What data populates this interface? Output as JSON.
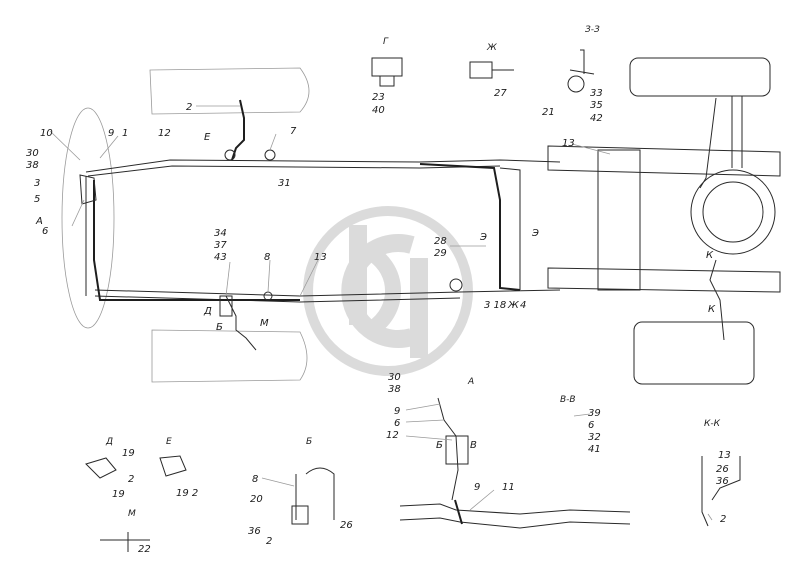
{
  "section_titles": [
    "Г",
    "Ж",
    "З-З",
    "А",
    "В-В",
    "К-К",
    "Д",
    "Е",
    "Б",
    "М"
  ],
  "callouts": [
    {
      "id": "c1",
      "t": "2"
    },
    {
      "id": "c2",
      "t": "12"
    },
    {
      "id": "c3",
      "t": "Е"
    },
    {
      "id": "c4",
      "t": "7"
    },
    {
      "id": "c5",
      "t": "31"
    },
    {
      "id": "c6",
      "t": "10"
    },
    {
      "id": "c7",
      "t": "9"
    },
    {
      "id": "c8",
      "t": "1"
    },
    {
      "id": "c9",
      "t": "30"
    },
    {
      "id": "c10",
      "t": "38"
    },
    {
      "id": "c11",
      "t": "3"
    },
    {
      "id": "c12",
      "t": "5"
    },
    {
      "id": "c13",
      "t": "А"
    },
    {
      "id": "c14",
      "t": "6"
    },
    {
      "id": "c15",
      "t": "23"
    },
    {
      "id": "c16",
      "t": "40"
    },
    {
      "id": "c17",
      "t": "27"
    },
    {
      "id": "c18",
      "t": "33"
    },
    {
      "id": "c19",
      "t": "35"
    },
    {
      "id": "c20",
      "t": "42"
    },
    {
      "id": "c21",
      "t": "21"
    },
    {
      "id": "c22",
      "t": "13"
    },
    {
      "id": "c23",
      "t": "34"
    },
    {
      "id": "c24",
      "t": "37"
    },
    {
      "id": "c25",
      "t": "43"
    },
    {
      "id": "c26",
      "t": "8"
    },
    {
      "id": "c27",
      "t": "13"
    },
    {
      "id": "c28",
      "t": "28"
    },
    {
      "id": "c29",
      "t": "29"
    },
    {
      "id": "c30",
      "t": "Э"
    },
    {
      "id": "c31",
      "t": "Э"
    },
    {
      "id": "c32",
      "t": "3 18"
    },
    {
      "id": "c33",
      "t": "Ж"
    },
    {
      "id": "c34",
      "t": "4"
    },
    {
      "id": "c35",
      "t": "Д"
    },
    {
      "id": "c36",
      "t": "Б"
    },
    {
      "id": "c37",
      "t": "М"
    },
    {
      "id": "c38",
      "t": "К"
    },
    {
      "id": "c39",
      "t": "К"
    },
    {
      "id": "c40",
      "t": "30"
    },
    {
      "id": "c41",
      "t": "38"
    },
    {
      "id": "c42",
      "t": "9"
    },
    {
      "id": "c43",
      "t": "6"
    },
    {
      "id": "c44",
      "t": "12"
    },
    {
      "id": "c45",
      "t": "Б"
    },
    {
      "id": "c46",
      "t": "В"
    },
    {
      "id": "c47",
      "t": "9"
    },
    {
      "id": "c48",
      "t": "11"
    },
    {
      "id": "c49",
      "t": "39"
    },
    {
      "id": "c50",
      "t": "6"
    },
    {
      "id": "c51",
      "t": "32"
    },
    {
      "id": "c52",
      "t": "41"
    },
    {
      "id": "c53",
      "t": "13"
    },
    {
      "id": "c54",
      "t": "26"
    },
    {
      "id": "c55",
      "t": "36"
    },
    {
      "id": "c56",
      "t": "2"
    },
    {
      "id": "c57",
      "t": "19"
    },
    {
      "id": "c58",
      "t": "2"
    },
    {
      "id": "c59",
      "t": "19"
    },
    {
      "id": "c60",
      "t": "19 2"
    },
    {
      "id": "c61",
      "t": "8"
    },
    {
      "id": "c62",
      "t": "20"
    },
    {
      "id": "c63",
      "t": "26"
    },
    {
      "id": "c64",
      "t": "36"
    },
    {
      "id": "c65",
      "t": "2"
    },
    {
      "id": "c66",
      "t": "22"
    }
  ]
}
